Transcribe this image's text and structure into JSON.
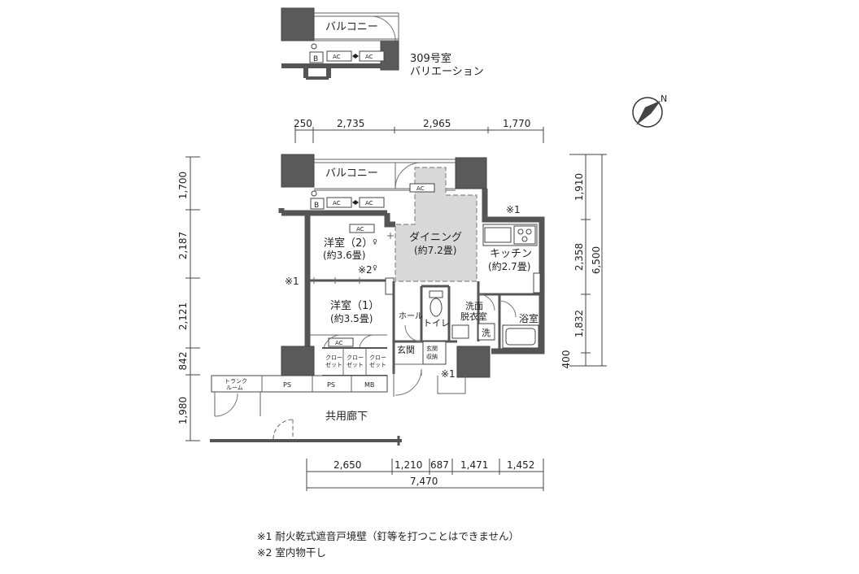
{
  "variation": {
    "balcony_label": "バルコニー",
    "room_no": "309号室",
    "caption": "バリエーション",
    "b_label": "B",
    "ac_label": "AC"
  },
  "plan": {
    "balcony_label": "バルコニー",
    "b_label": "B",
    "ac_label": "AC",
    "rooms": {
      "western2": {
        "name": "洋室（2）",
        "area": "(約3.6畳)"
      },
      "western1": {
        "name": "洋室（1）",
        "area": "(約3.5畳)"
      },
      "dining": {
        "name": "ダイニング",
        "area": "(約7.2畳)"
      },
      "kitchen": {
        "name": "キッチン",
        "area": "(約2.7畳)"
      },
      "hall": "ホール",
      "toilet": "トイレ",
      "washroom_1": "洗面",
      "washroom_2": "脱衣室",
      "bath": "浴室",
      "wash": "洗",
      "entrance": "玄関",
      "entrance_storage_1": "玄関",
      "entrance_storage_2": "収納",
      "closet_1": "クロー",
      "closet_2": "ゼット",
      "trunk_1": "トランク",
      "trunk_2": "ルーム",
      "ps": "PS",
      "mb": "MB",
      "corridor": "共用廊下"
    },
    "marks": {
      "note1": "※1",
      "note2": "※2"
    }
  },
  "dimensions": {
    "top": [
      "250",
      "2,735",
      "2,965",
      "1,770"
    ],
    "left": [
      "1,700",
      "2,187",
      "2,121",
      "842",
      "1,980"
    ],
    "right_inner": [
      "1,910",
      "2,358",
      "1,832",
      "400"
    ],
    "right_total": "6,500",
    "bottom": [
      "2,650",
      "1,210",
      "687",
      "1,471",
      "1,452"
    ],
    "bottom_total": "7,470"
  },
  "compass": {
    "north": "N"
  },
  "notes": [
    "※1 耐火乾式遮音戸境壁（釘等を打つことはできません）",
    "※2 室内物干し"
  ]
}
